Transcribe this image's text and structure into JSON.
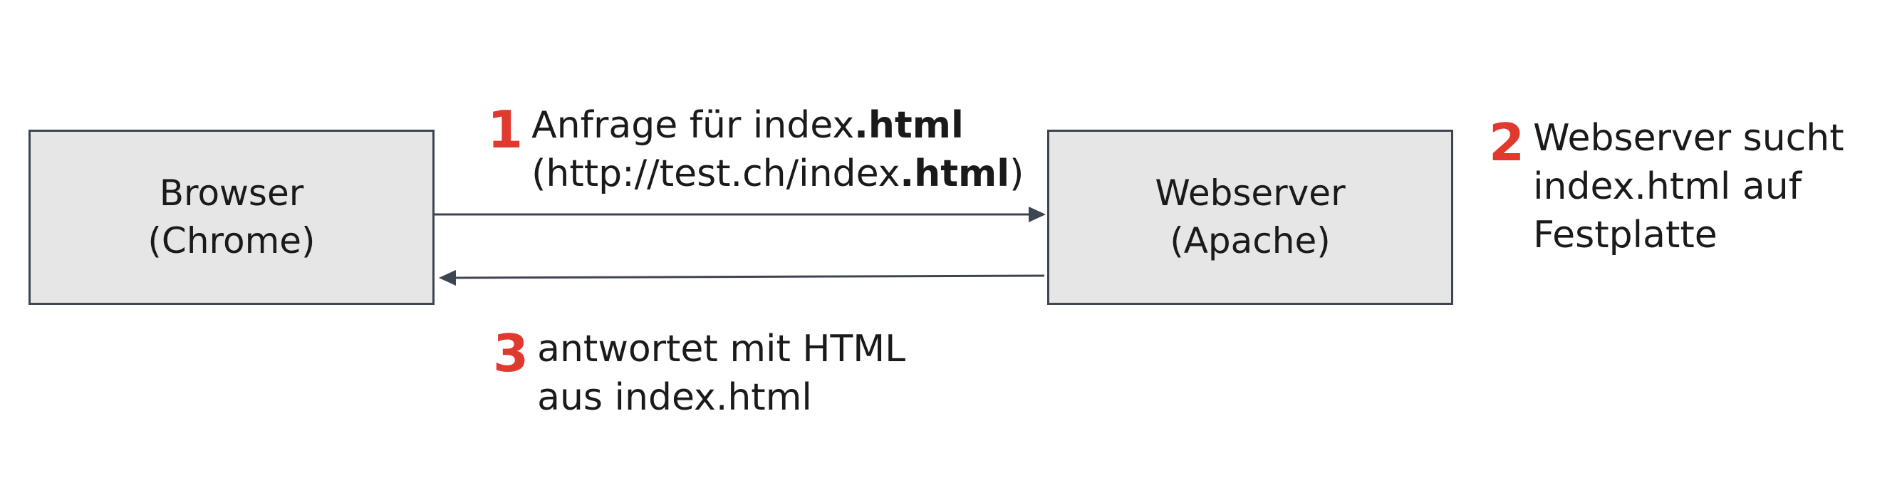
{
  "browser": {
    "line1": "Browser",
    "line2": "(Chrome)"
  },
  "server": {
    "line1": "Webserver",
    "line2": "(Apache)"
  },
  "step1": {
    "number": "1",
    "line1_plain": "Anfrage für index",
    "line1_bold": ".html",
    "line2_prefix": "(http://test.ch/index",
    "line2_bold": ".html",
    "line2_suffix": ")"
  },
  "step2": {
    "number": "2",
    "line1": "Webserver sucht",
    "line2": "index.html auf",
    "line3": "Festplatte"
  },
  "step3": {
    "number": "3",
    "line1": "antwortet mit HTML",
    "line2": "aus index.html"
  },
  "colors": {
    "box_fill": "#e6e6e6",
    "box_border": "#3d4552",
    "arrow": "#3d4552",
    "step_number": "#e03a2f"
  }
}
